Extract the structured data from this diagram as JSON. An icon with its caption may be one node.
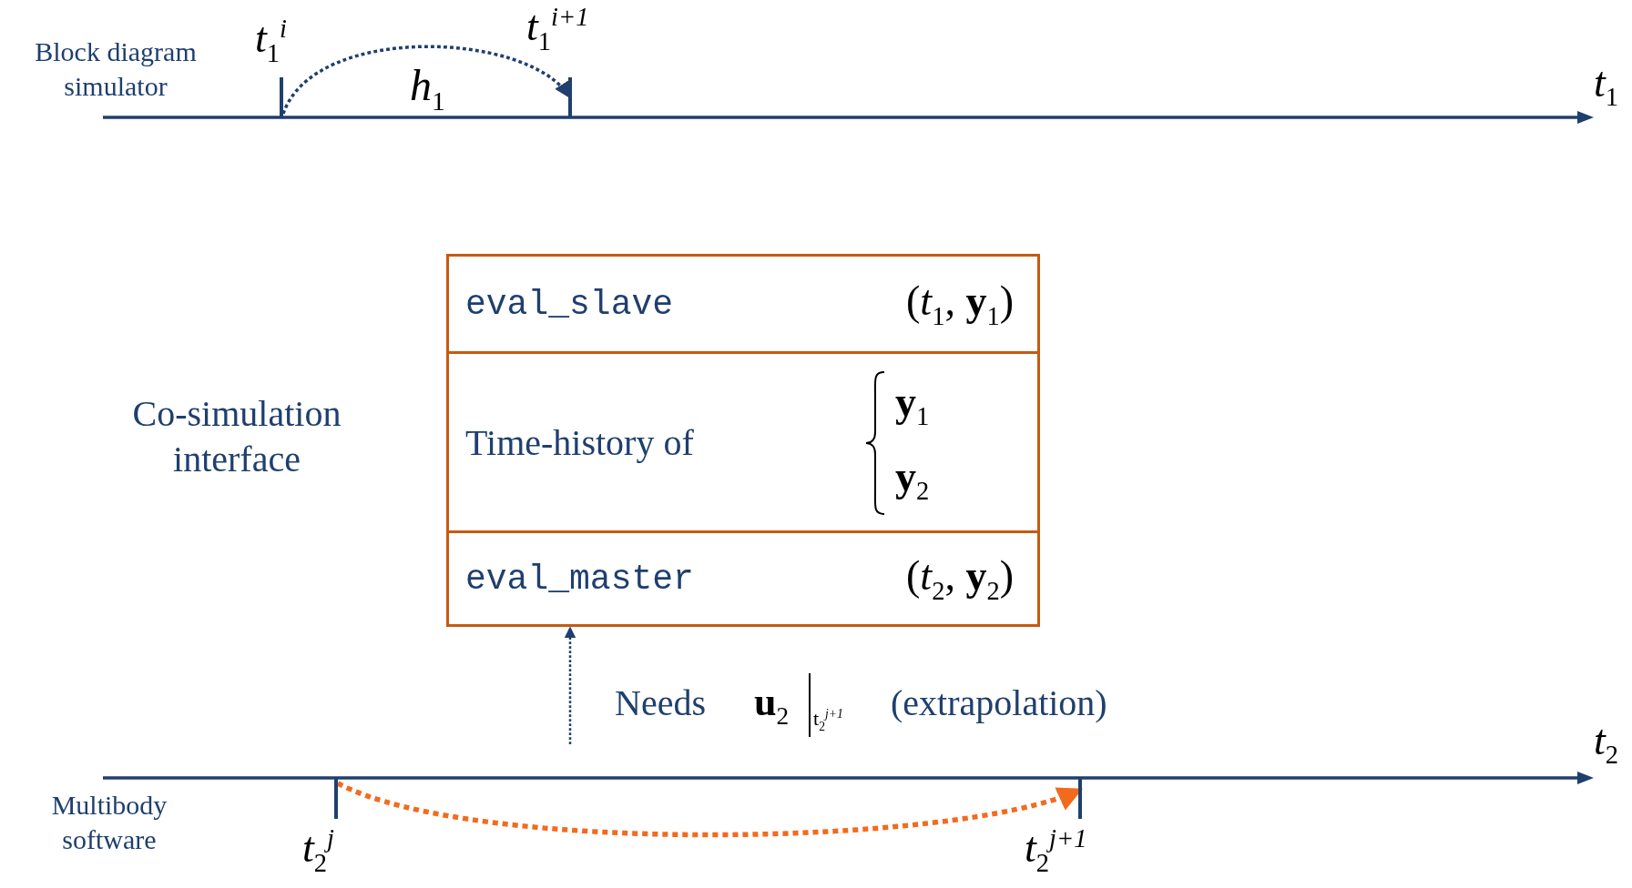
{
  "diagram": {
    "nodes": [
      {
        "text": [],
        "shape": "bar",
        "beside": [
          "*t*$_{1}$$^{i}$"
        ]
      },
      {
        "text": [],
        "shape": "bar",
        "beside": [
          "*t*$_{1}$$^{i+1}$"
        ]
      },
      {
        "text": [],
        "shape": "box"
      },
      {
        "text": [
          "eval_slave",
          "(*t*$_{1}$, **y**$_{1}$)"
        ],
        "in": 2
      },
      {
        "text": [
          "Time-history of",
          "**y**$_{1}$",
          "**y**$_{2}$"
        ],
        "in": 2
      },
      {
        "text": [
          "eval_master",
          "(*t*$_{2}$, **y**$_{2}$)"
        ],
        "in": 2
      },
      {
        "text": [],
        "shape": "bar",
        "beside": [
          "*t*$_{2}$$^{j}$"
        ]
      },
      {
        "text": [],
        "shape": "bar",
        "beside": [
          "*t*$_{2}$$^{j+1}$"
        ]
      }
    ],
    "edges": [
      {
        "from": 0,
        "to": 1,
        "arrow": "to",
        "label": "*h*$_{1}$",
        "style": "dashed"
      },
      {
        "from": null,
        "to": 2,
        "arrow": "to",
        "style": "dashed"
      },
      {
        "from": 6,
        "to": 7,
        "arrow": "to",
        "style": "dashed",
        "color": "#f26b1d"
      }
    ],
    "labels": [
      "Block diagram simulator",
      "*t*$_{1}$",
      "Co-simulation interface",
      "Needs",
      "**u**$_{2}$",
      "t$_{2}$$^{j+1}$",
      "(extrapolation)",
      "Multibody software",
      "*t*$_{2}$"
    ]
  }
}
